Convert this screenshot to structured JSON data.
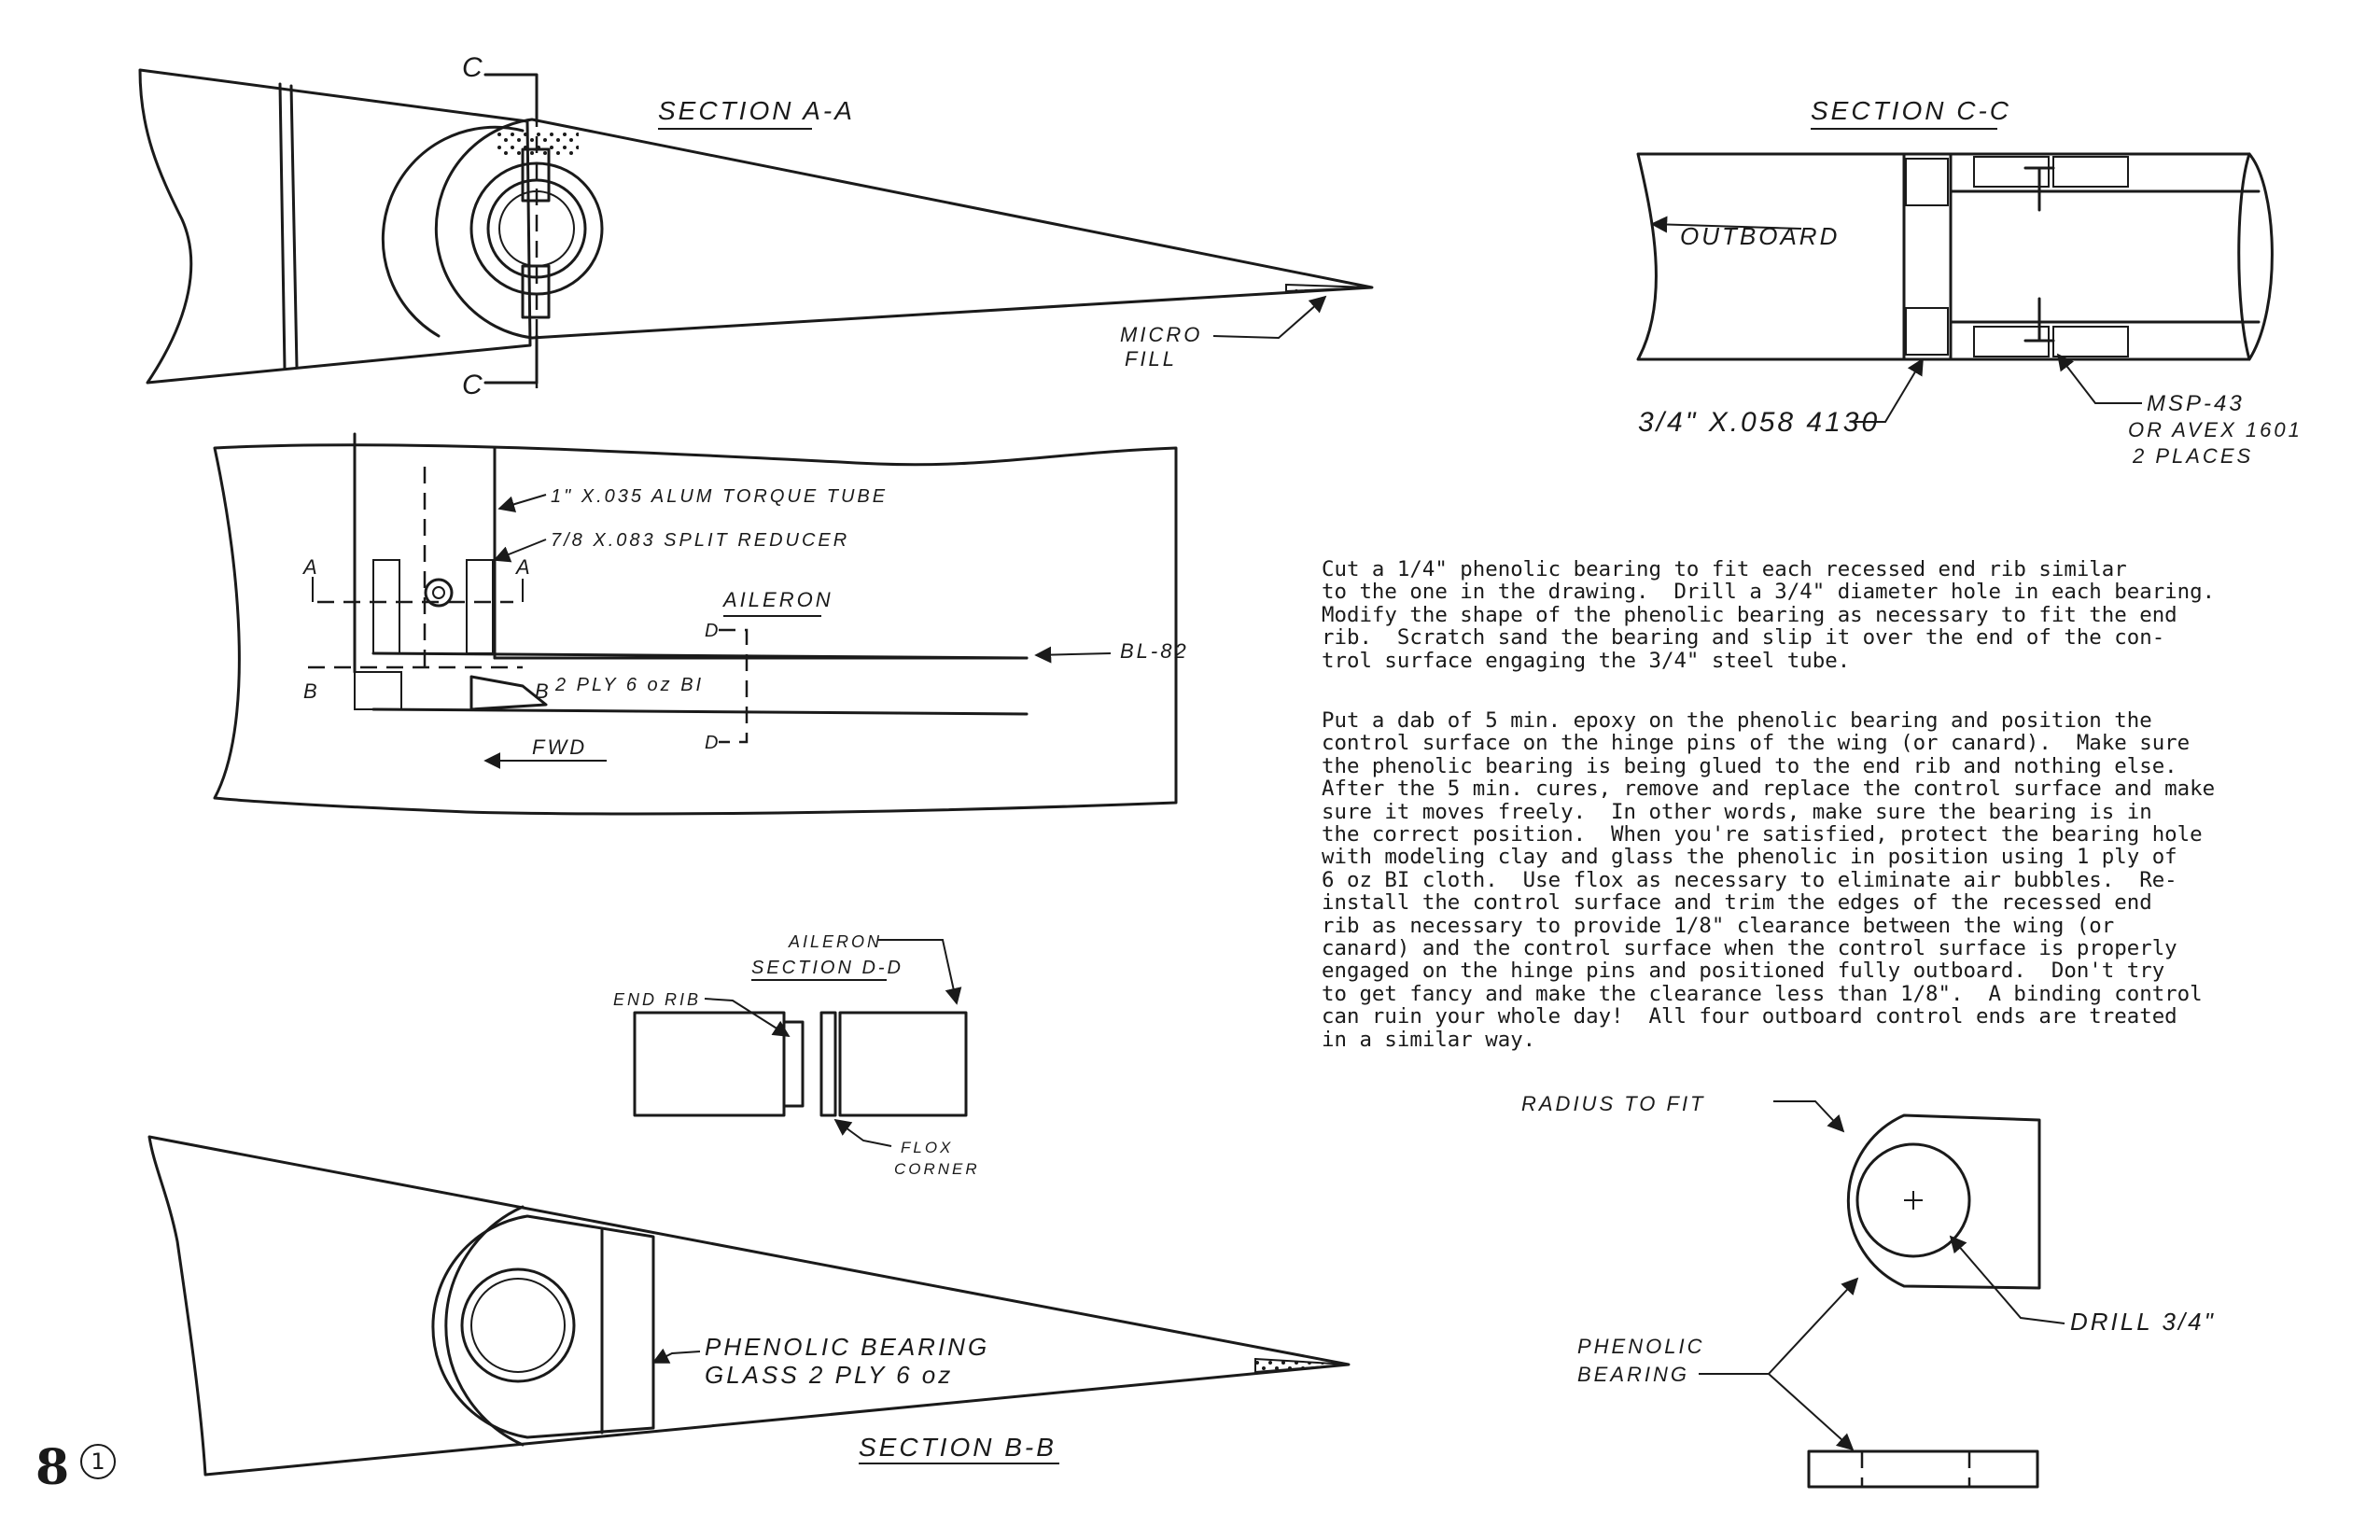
{
  "section_aa": {
    "title": "SECTION A-A",
    "cut_label_top": "C",
    "cut_label_bottom": "C",
    "callout_micro_fill": [
      "MICRO",
      "FILL"
    ]
  },
  "section_cc": {
    "title": "SECTION C-C",
    "outboard_label": "OUTBOARD",
    "tube_callout": "3/4\" X.058 4130",
    "bolt_callout": [
      "MSP-43",
      "OR AVEX 1601",
      "2 PLACES"
    ]
  },
  "plan_view": {
    "torque_tube_callout": "1\" X.035 ALUM TORQUE TUBE",
    "split_reducer_callout": "7/8 X.083 SPLIT REDUCER",
    "aileron_label": "AILERON",
    "bl_callout": "BL-82",
    "ply_callout": "2 PLY 6 oz BI",
    "fwd_label": "FWD",
    "cut_a": "A",
    "cut_b": "B",
    "cut_d": "D"
  },
  "section_dd": {
    "title": "SECTION D-D",
    "aileron_label": "AILERON",
    "end_rib_label": "END RIB",
    "flox_callout": [
      "FLOX",
      "CORNER"
    ]
  },
  "section_bb": {
    "title": "SECTION B-B",
    "bearing_callout": [
      "PHENOLIC BEARING",
      "GLASS 2 PLY 6 oz"
    ]
  },
  "bearing_detail": {
    "radius_callout": "RADIUS TO FIT",
    "drill_callout": "DRILL 3/4\"",
    "bearing_callout": [
      "PHENOLIC",
      "BEARING"
    ]
  },
  "instructions": {
    "paragraph_1": "Cut a 1/4\" phenolic bearing to fit each recessed end rib similar\nto the one in the drawing.  Drill a 3/4\" diameter hole in each bearing.\nModify the shape of the phenolic bearing as necessary to fit the end\nrib.  Scratch sand the bearing and slip it over the end of the con-\ntrol surface engaging the 3/4\" steel tube.",
    "paragraph_2": "Put a dab of 5 min. epoxy on the phenolic bearing and position the\ncontrol surface on the hinge pins of the wing (or canard).  Make sure\nthe phenolic bearing is being glued to the end rib and nothing else.\nAfter the 5 min. cures, remove and replace the control surface and make\nsure it moves freely.  In other words, make sure the bearing is in\nthe correct position.  When you're satisfied, protect the bearing hole\nwith modeling clay and glass the phenolic in position using 1 ply of\n6 oz BI cloth.  Use flox as necessary to eliminate air bubbles.  Re-\ninstall the control surface and trim the edges of the recessed end\nrib as necessary to provide 1/8\" clearance between the wing (or\ncanard) and the control surface when the control surface is properly\nengaged on the hinge pins and positioned fully outboard.  Don't try\nto get fancy and make the clearance less than 1/8\".  A binding control\ncan ruin your whole day!  All four outboard control ends are treated\nin a similar way."
  },
  "page": {
    "number": "8",
    "badge": "1"
  },
  "colors": {
    "ink": "#1a1a1a",
    "paper": "#ffffff"
  }
}
